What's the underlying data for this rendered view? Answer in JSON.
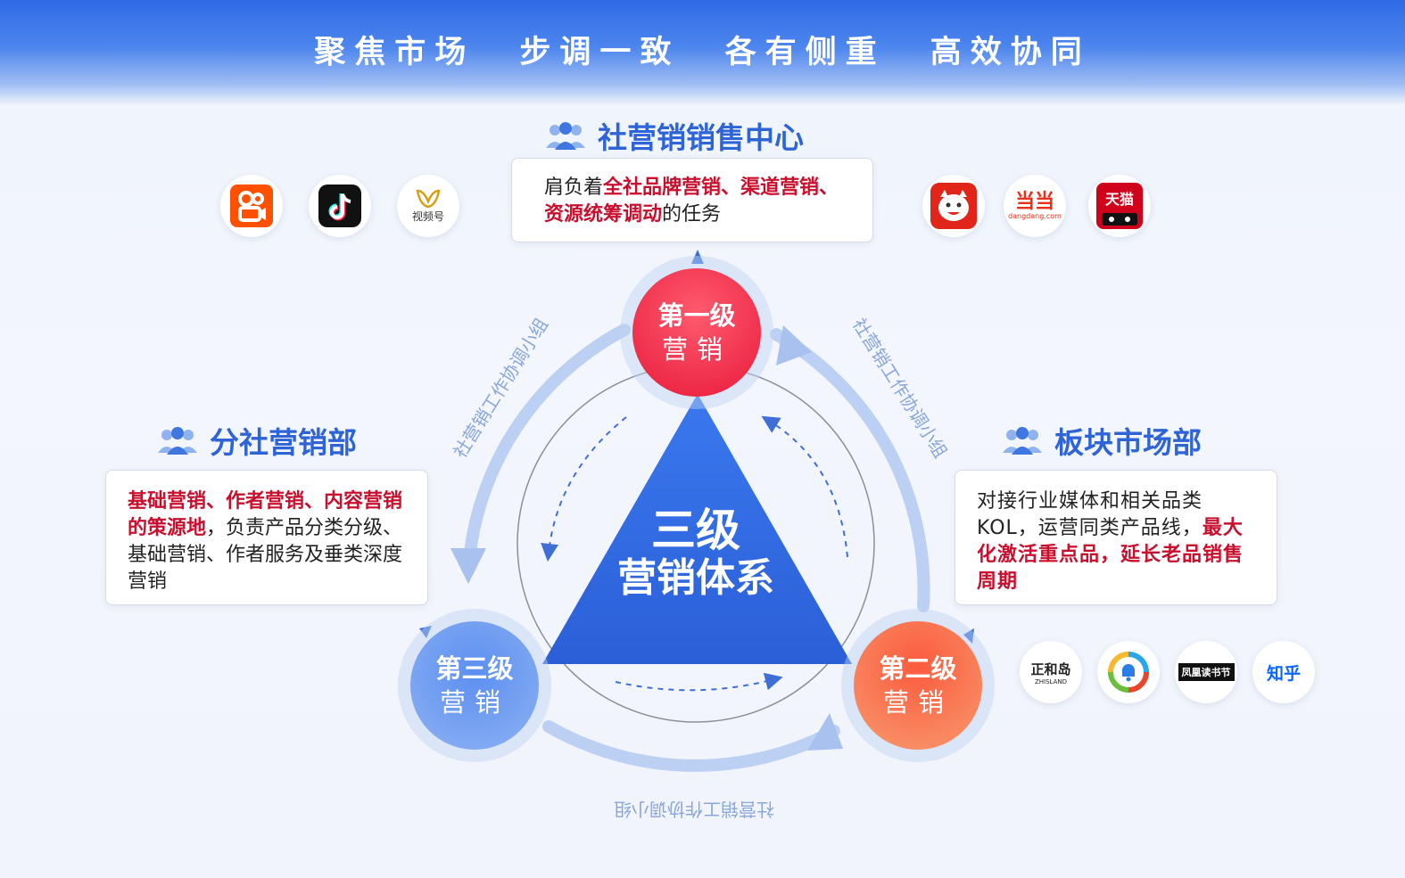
{
  "slogan": "聚焦市场 步调一致 各有侧重 高效协同",
  "top_section": {
    "title": "社营销销售中心",
    "desc_prefix": "肩负着",
    "desc_red": "全社品牌营销、渠道营销、资源统筹调动",
    "desc_suffix": "的任务"
  },
  "left_section": {
    "title": "分社营销部",
    "desc_red": "基础营销、作者营销、内容营销的策源地",
    "desc_rest": "，负责产品分类分级、基础营销、作者服务及垂类深度营销"
  },
  "right_section": {
    "title": "板块市场部",
    "desc_rest": "对接行业媒体和相关品类KOL，运营同类产品线，",
    "desc_red": "最大化激活重点品，延长老品销售周期"
  },
  "center": {
    "line1": "三级",
    "line2": "营销体系"
  },
  "levels": {
    "first": {
      "line1": "第一级",
      "line2": "营销"
    },
    "second": {
      "line1": "第二级",
      "line2": "营销"
    },
    "third": {
      "line1": "第三级",
      "line2": "营销"
    }
  },
  "arc_label": "社营销工作协调小组",
  "logos": {
    "left": [
      {
        "name": "kuaishou",
        "text": ""
      },
      {
        "name": "douyin",
        "text": ""
      },
      {
        "name": "channels",
        "text": "视频号"
      }
    ],
    "right": [
      {
        "name": "jd",
        "text": ""
      },
      {
        "name": "dangdang",
        "text": "dangdang.com"
      },
      {
        "name": "tmall",
        "text": "天猫"
      }
    ],
    "bottom": [
      {
        "name": "zhiisland",
        "text": "ZHISLAND"
      },
      {
        "name": "tencent-news",
        "text": ""
      },
      {
        "name": "fenghuang",
        "text": "凤凰读书节"
      },
      {
        "name": "zhihu",
        "text": "知乎"
      }
    ]
  },
  "colors": {
    "accent_blue": "#2f64d6",
    "emphasis_red": "#c8102e",
    "first_level": "#f0344e",
    "second_level": "#f86a3f",
    "third_level": "#4a7de8"
  }
}
